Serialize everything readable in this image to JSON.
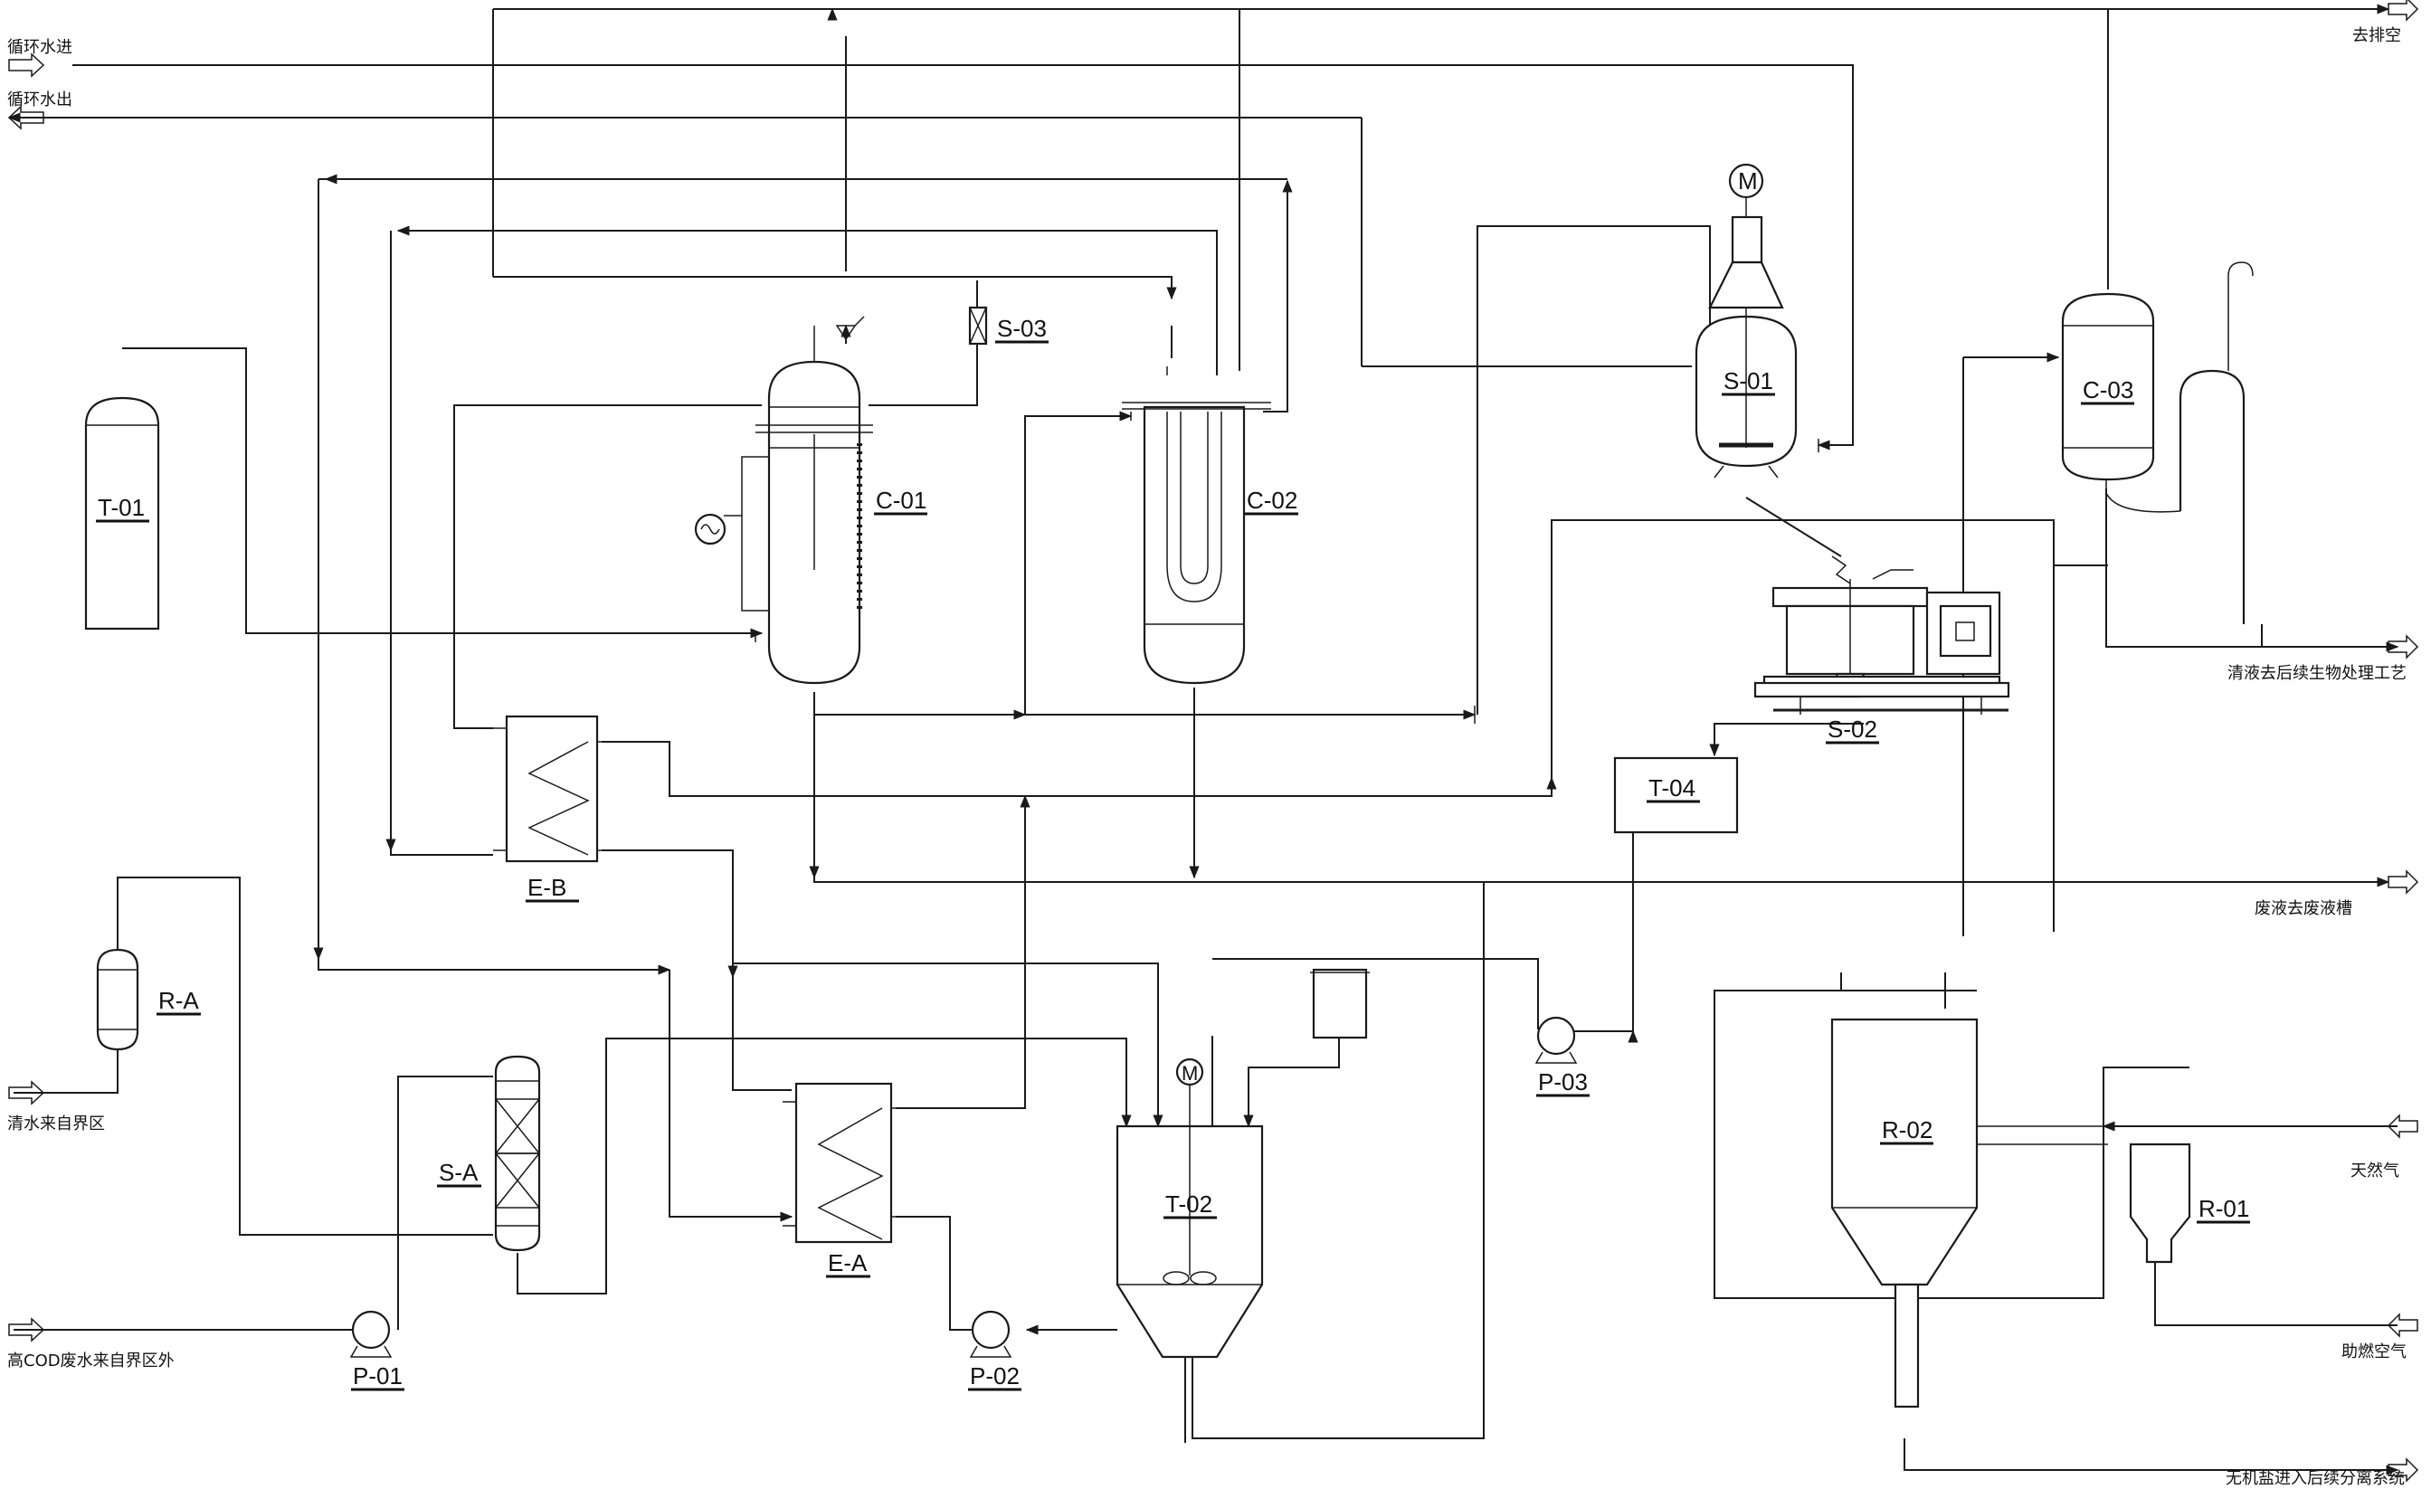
{
  "equipment": {
    "T01": "T-01",
    "C01": "C-01",
    "C02": "C-02",
    "S01": "S-01",
    "C03": "C-03",
    "S02": "S-02",
    "T04": "T-04",
    "EB": "E-B",
    "RA": "R-A",
    "SA": "S-A",
    "EA": "E-A",
    "T02": "T-02",
    "P01": "P-01",
    "P02": "P-02",
    "P03": "P-03",
    "R02": "R-02",
    "R01": "R-01",
    "S03": "S-03",
    "motor": "M"
  },
  "streams": {
    "cw_in": "循环水进",
    "cw_out": "循环水出",
    "vent": "去排空",
    "clear_liquid": "清液去后续生物处理工艺",
    "waste_liquid": "废液去废液槽",
    "fresh_water": "清水来自界区",
    "natural_gas": "天然气",
    "combustion_air": "助燃空气",
    "high_cod": "高COD废水来自界区外",
    "salt_out": "无机盐进入后续分离系统"
  }
}
